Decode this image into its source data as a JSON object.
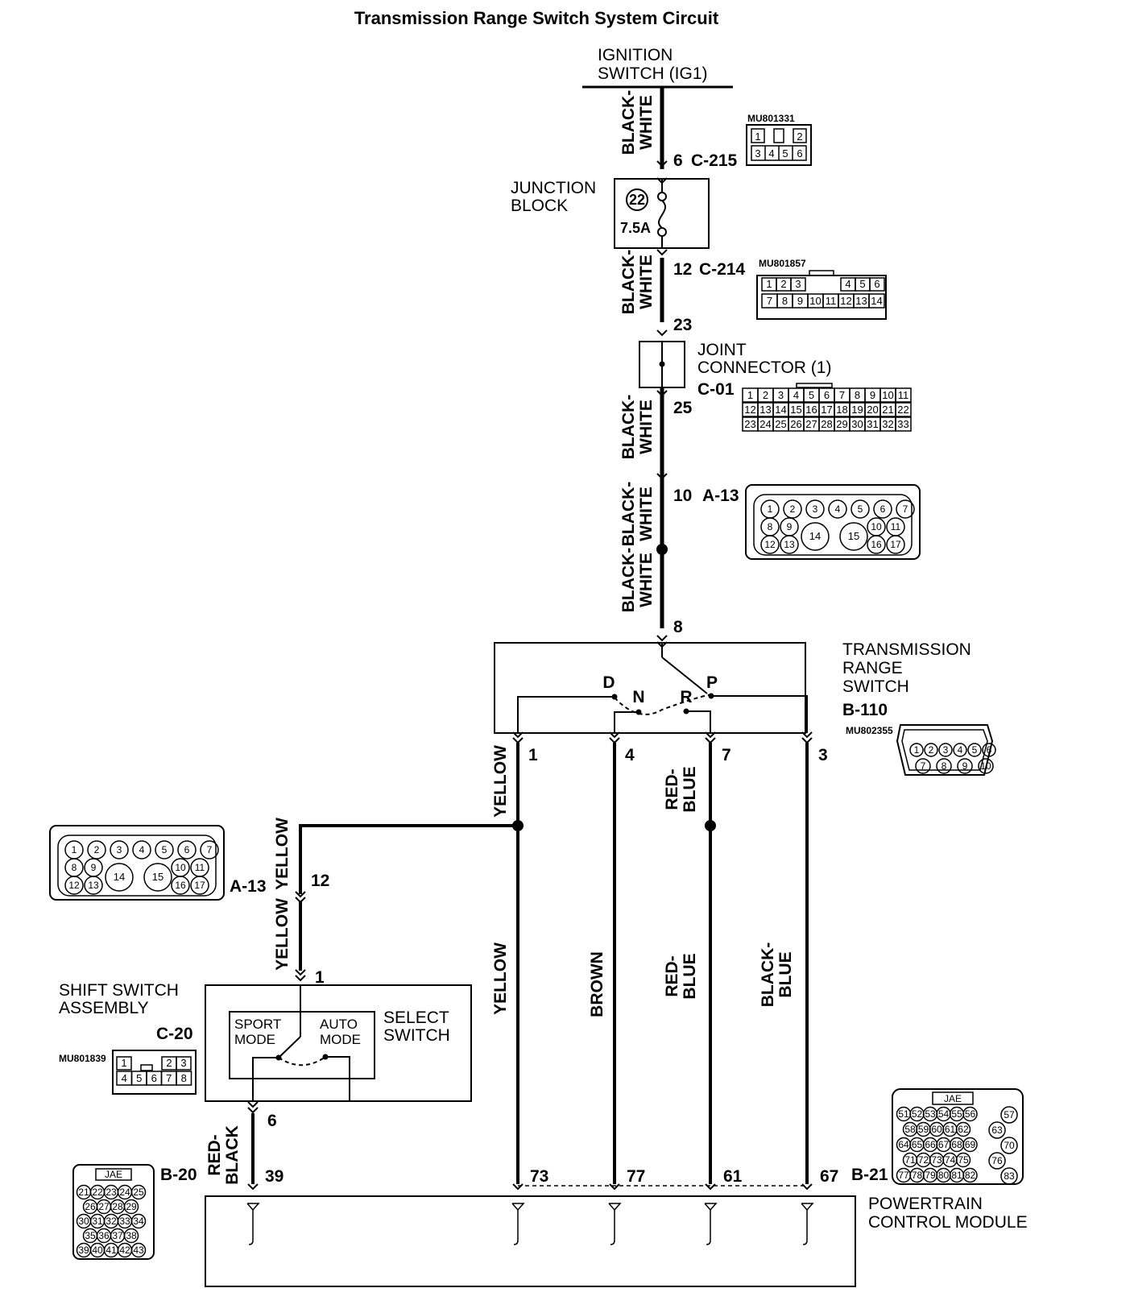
{
  "title": "Transmission Range Switch System Circuit",
  "components": {
    "ignition_switch": [
      "IGNITION",
      "SWITCH (IG1)"
    ],
    "junction_block": [
      "JUNCTION",
      "BLOCK"
    ],
    "fuse_number": "22",
    "fuse_rating": "7.5A",
    "joint_connector": [
      "JOINT",
      "CONNECTOR (1)"
    ],
    "joint_connector_id": "C-01",
    "trs": [
      "TRANSMISSION",
      "RANGE",
      "SWITCH"
    ],
    "trs_id": "B-110",
    "trs_positions": [
      "D",
      "N",
      "R",
      "P"
    ],
    "shift_switch": [
      "SHIFT SWITCH",
      "ASSEMBLY"
    ],
    "shift_switch_id": "C-20",
    "select_switch": [
      "SELECT",
      "SWITCH"
    ],
    "sport_mode": [
      "SPORT",
      "MODE"
    ],
    "auto_mode": [
      "AUTO",
      "MODE"
    ],
    "pcm": [
      "POWERTRAIN",
      "CONTROL MODULE"
    ]
  },
  "connectors": {
    "c215": {
      "id": "C-215",
      "pin": "6",
      "part": "MU801331",
      "row1": [
        "1",
        "2"
      ],
      "row2": [
        "3",
        "4",
        "5",
        "6"
      ]
    },
    "c214": {
      "id": "C-214",
      "pin": "12",
      "part": "MU801857",
      "row1": [
        "1",
        "2",
        "3",
        "4",
        "5",
        "6"
      ],
      "row2": [
        "7",
        "8",
        "9",
        "10",
        "11",
        "12",
        "13",
        "14"
      ]
    },
    "c01": {
      "pin_in": "23",
      "pin_out": "25",
      "row1": [
        "1",
        "2",
        "3",
        "4",
        "5",
        "6",
        "7",
        "8",
        "9",
        "10",
        "11"
      ],
      "row2": [
        "12",
        "13",
        "14",
        "15",
        "16",
        "17",
        "18",
        "19",
        "20",
        "21",
        "22"
      ],
      "row3": [
        "23",
        "24",
        "25",
        "26",
        "27",
        "28",
        "29",
        "30",
        "31",
        "32",
        "33"
      ]
    },
    "a13": {
      "id": "A-13",
      "pin_top": "10",
      "pin_left": "12",
      "row1": [
        "1",
        "2",
        "3",
        "4",
        "5",
        "6",
        "7"
      ],
      "row2": [
        "8",
        "9",
        "10",
        "11"
      ],
      "row3": [
        "12",
        "13",
        "16",
        "17"
      ],
      "big": [
        "14",
        "15"
      ]
    },
    "b110": {
      "pin_in": "8",
      "pins": [
        "1",
        "4",
        "7",
        "3"
      ],
      "part": "MU802355",
      "row1": [
        "1",
        "2",
        "3",
        "4",
        "5",
        "6"
      ],
      "row2": [
        "7",
        "8",
        "9",
        "10"
      ]
    },
    "c20": {
      "pin_top": "1",
      "pin_bottom": "6",
      "part": "MU801839",
      "row1": [
        "1",
        "2",
        "3"
      ],
      "row2": [
        "4",
        "5",
        "6",
        "7",
        "8"
      ]
    },
    "b20": {
      "id": "B-20",
      "pin": "39",
      "maker": "JAE",
      "rows": [
        [
          "21",
          "22",
          "23",
          "24",
          "25"
        ],
        [
          "26",
          "27",
          "28",
          "29"
        ],
        [
          "30",
          "31",
          "32",
          "33",
          "34"
        ],
        [
          "35",
          "36",
          "37",
          "38"
        ],
        [
          "39",
          "40",
          "41",
          "42",
          "43"
        ]
      ]
    },
    "b21": {
      "id": "B-21",
      "pins": [
        "73",
        "77",
        "61",
        "67"
      ],
      "maker": "JAE",
      "rows": [
        [
          "51",
          "52",
          "53",
          "54",
          "55",
          "56"
        ],
        [
          "58",
          "59",
          "60",
          "61",
          "62"
        ],
        [
          "64",
          "65",
          "66",
          "67",
          "68",
          "69"
        ],
        [
          "71",
          "72",
          "73",
          "74",
          "75"
        ],
        [
          "77",
          "78",
          "79",
          "80",
          "81",
          "82"
        ]
      ],
      "side": [
        "57",
        "63",
        "70",
        "76",
        "83"
      ]
    }
  },
  "wires": {
    "black_white": [
      "BLACK-",
      "WHITE"
    ],
    "yellow": "YELLOW",
    "brown": "BROWN",
    "red_blue": [
      "RED-",
      "BLUE"
    ],
    "black_blue": [
      "BLACK-",
      "BLUE"
    ],
    "red_black": [
      "RED-",
      "BLACK"
    ]
  }
}
